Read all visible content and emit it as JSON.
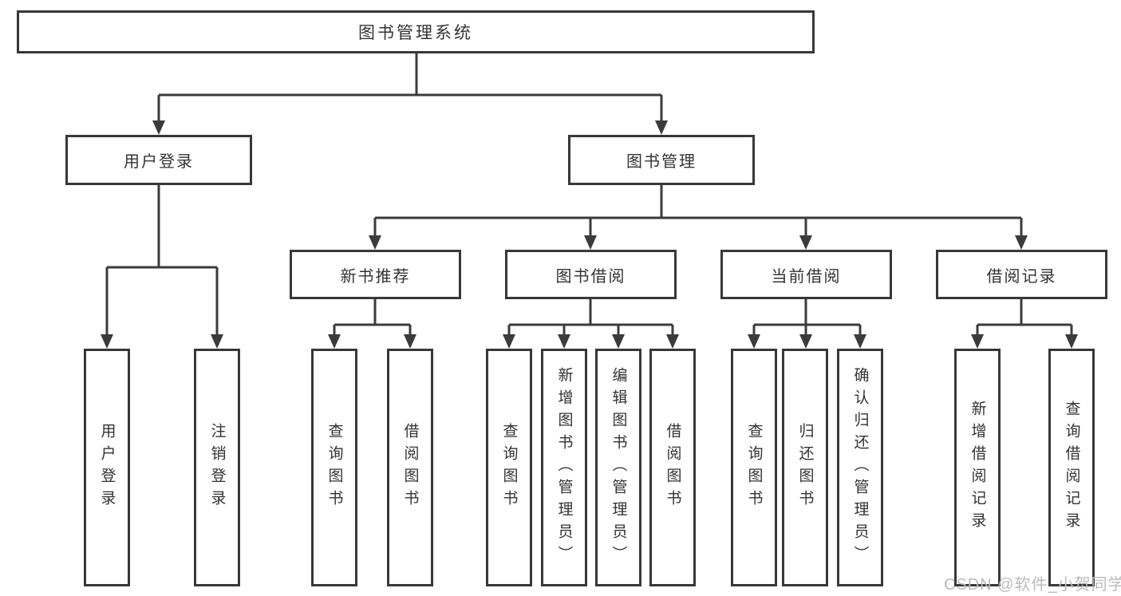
{
  "colors": {
    "line": "#3b3b3b",
    "box_border": "#383838",
    "text": "#333333",
    "watermark": "#bdb9bc",
    "background": "#ffffff"
  },
  "watermark": {
    "text": "CSDN @软件_小贺同学"
  },
  "root": {
    "label": "图书管理系统",
    "children": [
      {
        "label": "用户登录",
        "children": [
          {
            "label": "用户登录"
          },
          {
            "label": "注销登录"
          }
        ]
      },
      {
        "label": "图书管理",
        "children": [
          {
            "label": "新书推荐",
            "children": [
              {
                "label": "查询图书"
              },
              {
                "label": "借阅图书"
              }
            ]
          },
          {
            "label": "图书借阅",
            "children": [
              {
                "label": "查询图书"
              },
              {
                "label": "新增图书（管理员）"
              },
              {
                "label": "编辑图书（管理员）"
              },
              {
                "label": "借阅图书"
              }
            ]
          },
          {
            "label": "当前借阅",
            "children": [
              {
                "label": "查询图书"
              },
              {
                "label": "归还图书"
              },
              {
                "label": "确认归还（管理员）"
              }
            ]
          },
          {
            "label": "借阅记录",
            "children": [
              {
                "label": "新增借阅记录"
              },
              {
                "label": "查询借阅记录"
              }
            ]
          }
        ]
      }
    ]
  }
}
